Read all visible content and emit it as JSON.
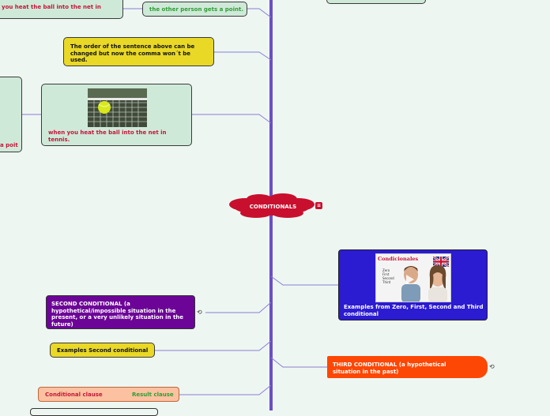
{
  "nodes": {
    "top_left_red": "you heat the ball into the net in",
    "top_point": "the other person gets a point.",
    "order_note": "The order of the sentence above can be changed but now the comma won´t be used.",
    "left_partial": "a poit",
    "tennis_caption": "when you heat the ball into the net in tennis.",
    "center": "CONDITIONALS",
    "examples": "Examples from Zero, First, Second and Third conditional",
    "second_conditional": "SECOND CONDITIONAL (a hypothetical/impossible situation in the present, or a very unlikely situation in the future)",
    "examples_second": "Examples  Second conditional",
    "third_conditional": "THIRD CONDITIONAL (a hypothetical situation in the past)",
    "conditional_clause": "Conditional clause",
    "result_clause": "Result clause"
  },
  "thumbnail": {
    "title": "Condicionales",
    "list": [
      "Zero",
      "First",
      "Second",
      "Third"
    ]
  },
  "colors": {
    "trunk": "#6a4fc4",
    "link": "#8a7fd0",
    "center": "#c8102e"
  }
}
